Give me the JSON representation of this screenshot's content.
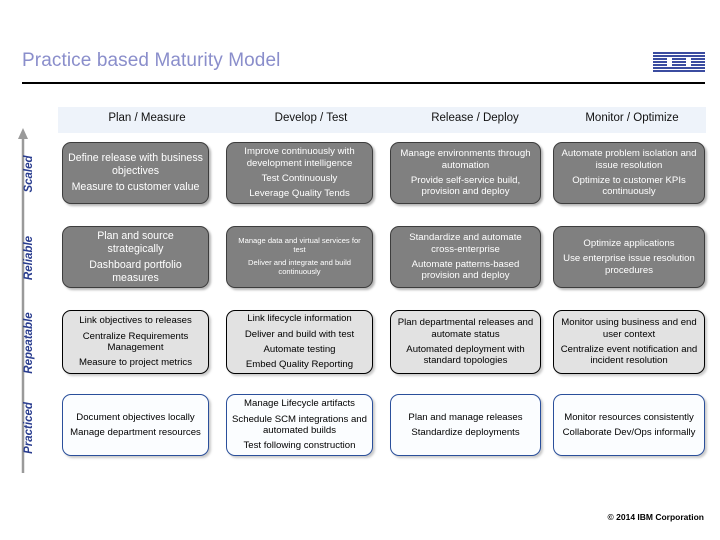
{
  "header": {
    "title": "Practice based Maturity Model",
    "logo_name": "ibm-logo",
    "title_color": "#8a8ecb"
  },
  "columns": [
    {
      "label": "Plan / Measure"
    },
    {
      "label": "Develop / Test"
    },
    {
      "label": "Release / Deploy"
    },
    {
      "label": "Monitor / Optimize"
    }
  ],
  "axis": {
    "direction": "up",
    "stages": [
      {
        "label": "Scaled"
      },
      {
        "label": "Reliable"
      },
      {
        "label": "Repeatable"
      },
      {
        "label": "Practiced"
      }
    ],
    "color": "#2a3d8f"
  },
  "matrix": {
    "rows": [
      {
        "stage": "Scaled",
        "style": "tier-scaled",
        "cells": [
          {
            "lines": [
              "Define release with business objectives",
              "Measure to customer value"
            ],
            "size": "fs-11"
          },
          {
            "lines": [
              "Improve continuously with development intelligence",
              "Test Continuously",
              "Leverage Quality Tends"
            ],
            "size": "fs-10"
          },
          {
            "lines": [
              "Manage environments through automation",
              "Provide self-service build, provision and deploy"
            ],
            "size": "fs-10"
          },
          {
            "lines": [
              "Automate problem isolation and issue resolution",
              "Optimize to customer KPIs continuously"
            ],
            "size": "fs-10"
          }
        ]
      },
      {
        "stage": "Reliable",
        "style": "tier-reliable",
        "cells": [
          {
            "lines": [
              "Plan and source strategically",
              "Dashboard portfolio measures"
            ],
            "size": "fs-11"
          },
          {
            "lines": [
              "Manage data and virtual services for test",
              "Deliver and integrate and build continuously"
            ],
            "size": "fs-8"
          },
          {
            "lines": [
              "Standardize and automate cross-enterprise",
              "Automate patterns-based provision and deploy"
            ],
            "size": "fs-10"
          },
          {
            "lines": [
              "Optimize applications",
              "Use enterprise issue resolution procedures"
            ],
            "size": "fs-10"
          }
        ]
      },
      {
        "stage": "Repeatable",
        "style": "tier-repeatable",
        "cells": [
          {
            "lines": [
              "Link objectives to releases",
              "Centralize Requirements Management",
              "Measure to project metrics"
            ],
            "size": "fs-10"
          },
          {
            "lines": [
              "Link lifecycle information",
              "Deliver and build with test",
              "Automate testing",
              "Embed Quality Reporting"
            ],
            "size": "fs-10"
          },
          {
            "lines": [
              "Plan departmental releases and automate status",
              "Automated deployment with standard topologies"
            ],
            "size": "fs-10"
          },
          {
            "lines": [
              "Monitor using business and end user context",
              "Centralize event notification and incident resolution"
            ],
            "size": "fs-10"
          }
        ]
      },
      {
        "stage": "Practiced",
        "style": "tier-practiced",
        "cells": [
          {
            "lines": [
              "Document objectives locally",
              "Manage department resources"
            ],
            "size": "fs-10"
          },
          {
            "lines": [
              "Manage Lifecycle artifacts",
              "Schedule SCM integrations and automated builds",
              "Test following construction"
            ],
            "size": "fs-10"
          },
          {
            "lines": [
              "Plan and manage releases",
              "Standardize deployments"
            ],
            "size": "fs-10"
          },
          {
            "lines": [
              "Monitor resources consistently",
              "Collaborate Dev/Ops informally"
            ],
            "size": "fs-10"
          }
        ]
      }
    ]
  },
  "footer": {
    "copyright": "© 2014 IBM Corporation"
  }
}
